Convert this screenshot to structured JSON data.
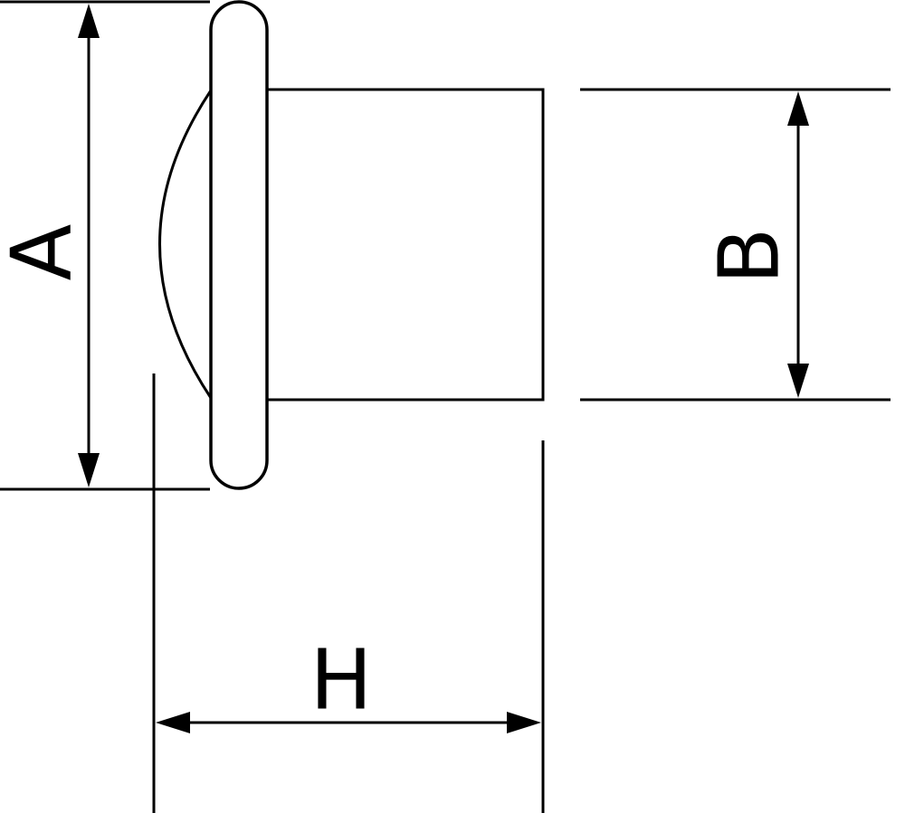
{
  "dimensions": {
    "A": "A",
    "B": "B",
    "H": "H"
  },
  "colors": {
    "stroke": "#000000",
    "background": "#ffffff"
  }
}
